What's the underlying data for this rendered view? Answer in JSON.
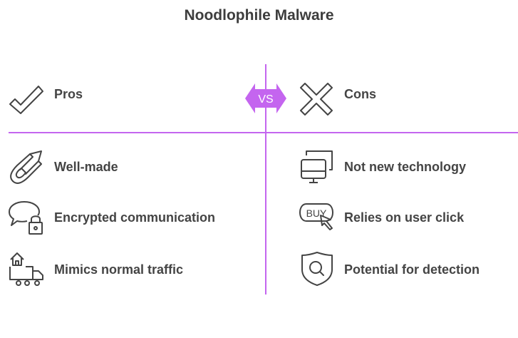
{
  "title": "Noodlophile Malware",
  "vs_label": "VS",
  "accent_color": "#c465ef",
  "pros": {
    "header": "Pros",
    "items": [
      {
        "label": "Well-made",
        "icon": "thread-cutter-icon"
      },
      {
        "label": "Encrypted communication",
        "icon": "chat-lock-icon"
      },
      {
        "label": "Mimics normal traffic",
        "icon": "house-truck-icon"
      }
    ]
  },
  "cons": {
    "header": "Cons",
    "items": [
      {
        "label": "Not new technology",
        "icon": "monitor-icon"
      },
      {
        "label": "Relies on user click",
        "icon": "buy-click-icon",
        "icon_text": "BUY"
      },
      {
        "label": "Potential for detection",
        "icon": "shield-search-icon"
      }
    ]
  }
}
